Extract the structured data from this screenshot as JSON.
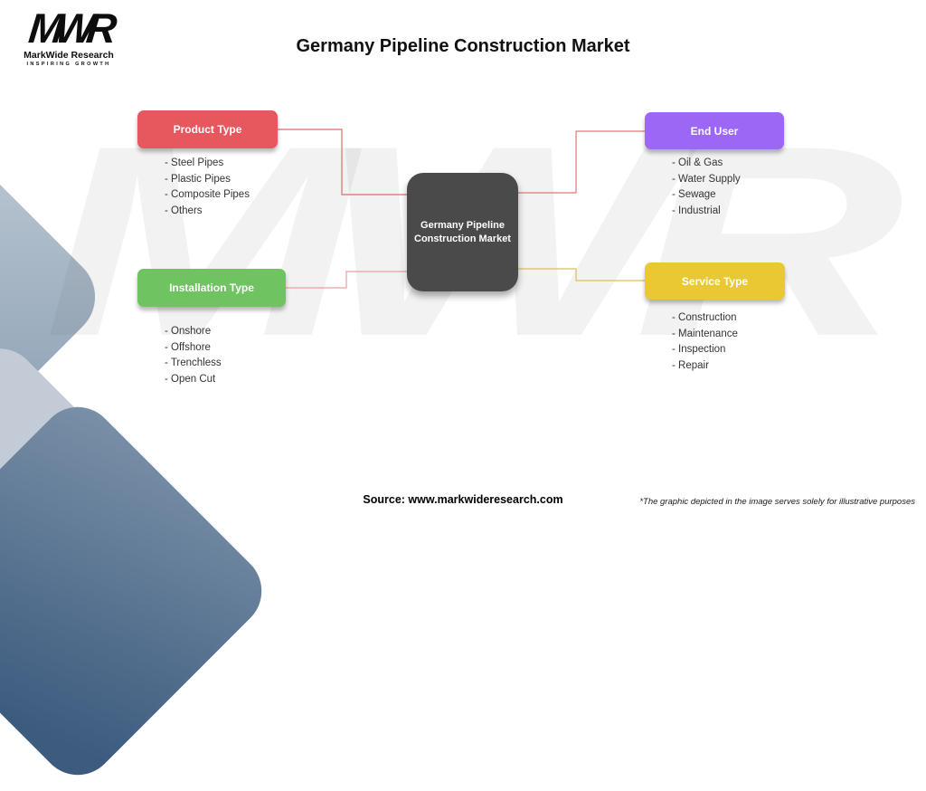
{
  "logo": {
    "acronym": "MWR",
    "name": "MarkWide Research",
    "tagline": "Inspiring Growth"
  },
  "title": "Germany Pipeline Construction Market",
  "watermark": "MWR",
  "center_node": {
    "line1": "Germany Pipeline",
    "line2": "Construction Market",
    "color": "#4a4a4a"
  },
  "segments": {
    "product_type": {
      "label": "Product Type",
      "color": "#e7585e",
      "line_color": "#e06a6a",
      "items": [
        "- Steel Pipes",
        "- Plastic Pipes",
        "- Composite Pipes",
        "- Others"
      ]
    },
    "end_user": {
      "label": "End User",
      "color": "#9b67f4",
      "line_color": "#e07a7a",
      "items": [
        "- Oil & Gas",
        "- Water Supply",
        "- Sewage",
        "- Industrial"
      ]
    },
    "installation_type": {
      "label": "Installation Type",
      "color": "#6fc360",
      "line_color": "#e8a0a0",
      "items": [
        "- Onshore",
        "- Offshore",
        "- Trenchless",
        "- Open Cut"
      ]
    },
    "service_type": {
      "label": "Service Type",
      "color": "#e9c833",
      "line_color": "#dcbf53",
      "items": [
        "- Construction",
        "- Maintenance",
        "- Inspection",
        "- Repair"
      ]
    }
  },
  "footer": {
    "source": "Source: www.markwideresearch.com",
    "disclaimer": "*The graphic depicted in the image serves solely for illustrative purposes"
  }
}
